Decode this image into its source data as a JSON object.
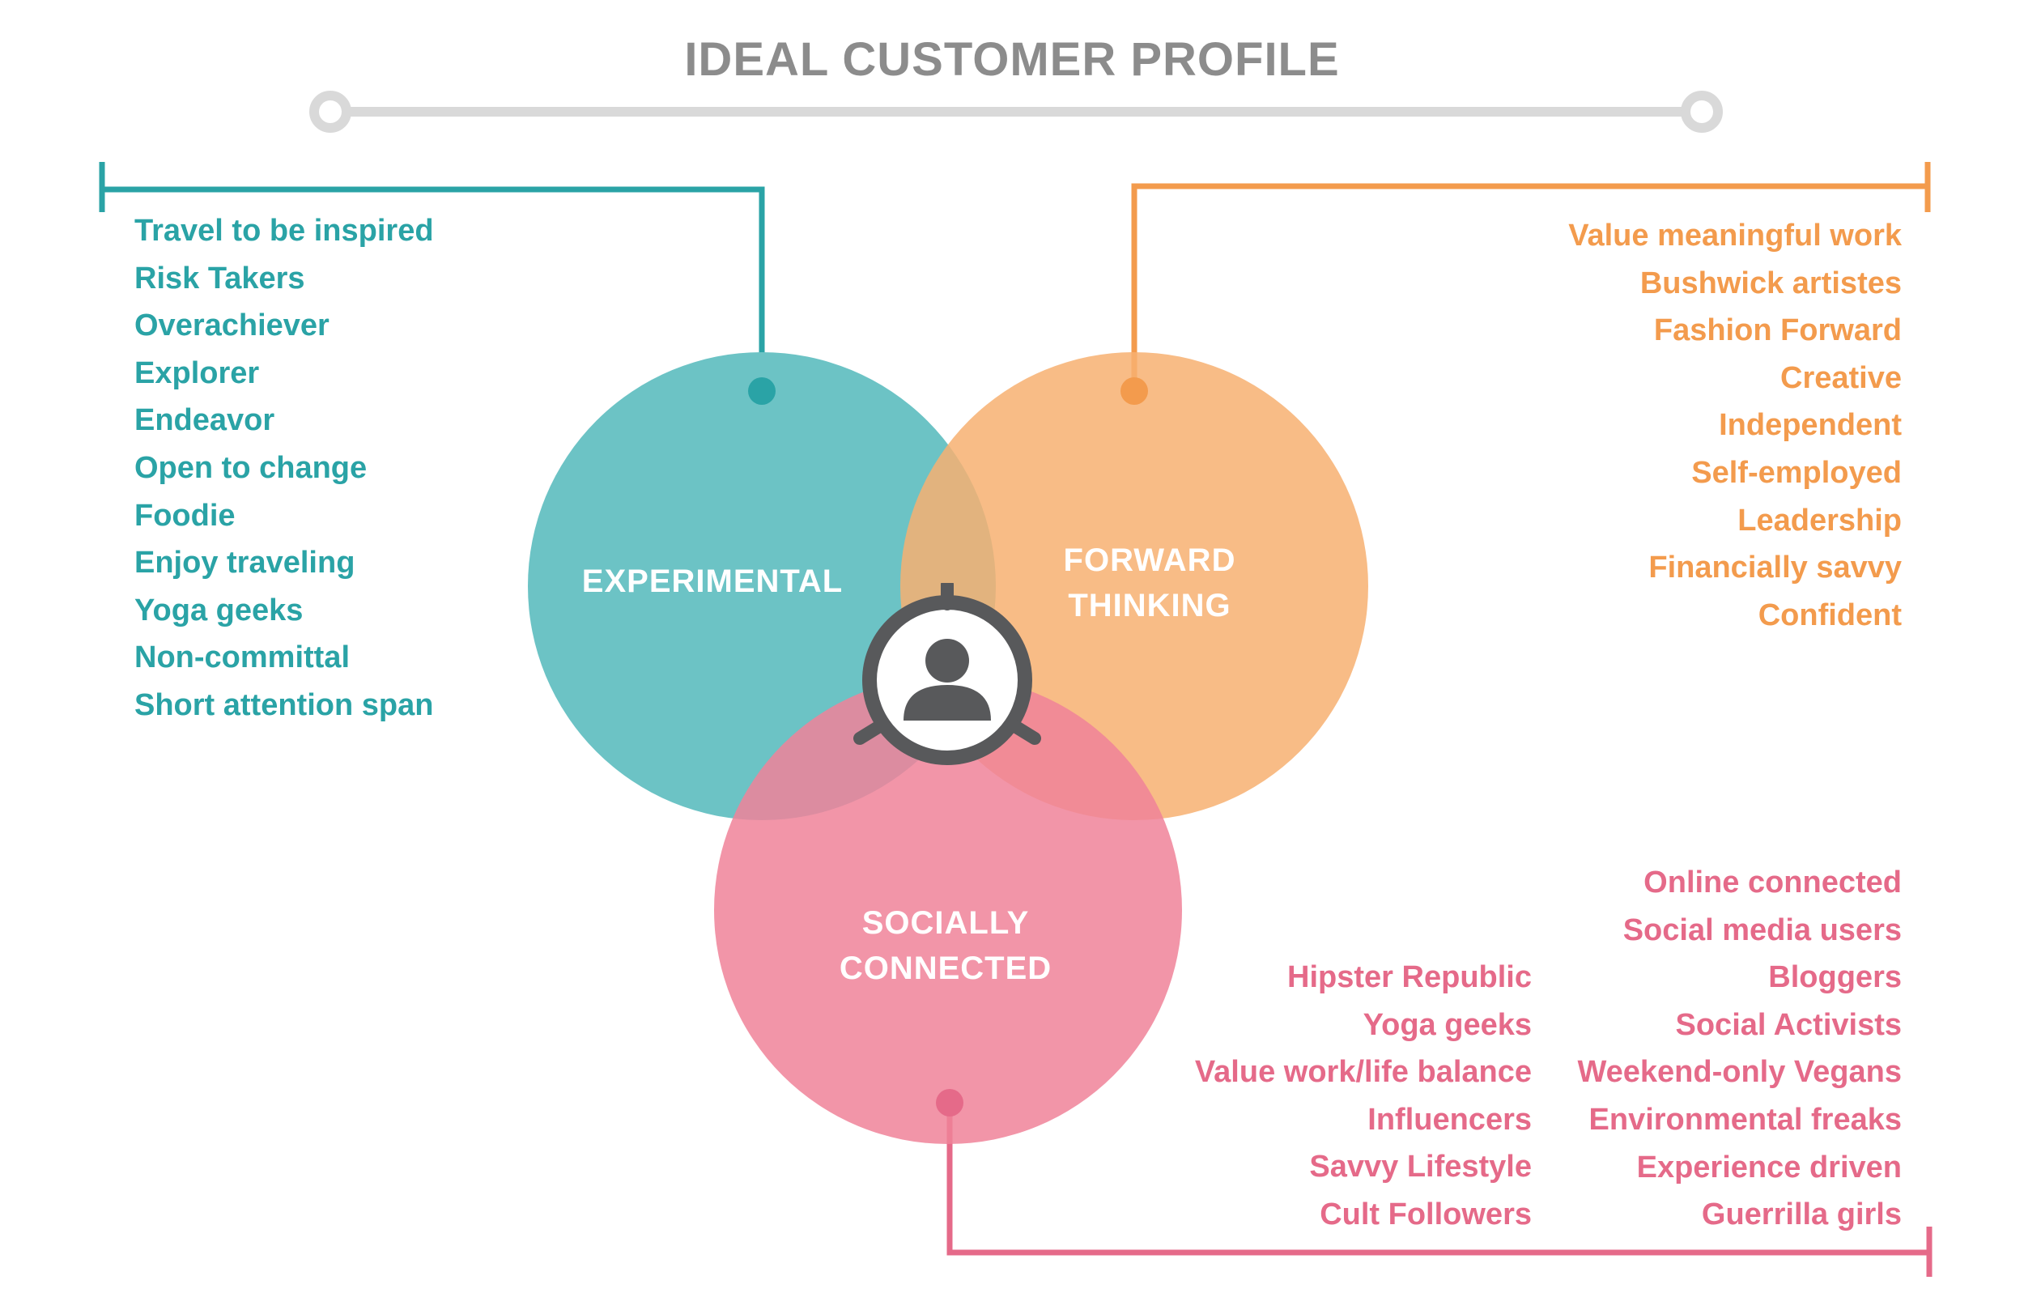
{
  "title": "IDEAL CUSTOMER PROFILE",
  "colors": {
    "teal": "#2aa3a6",
    "orange": "#f39b4d",
    "pink": "#e56a89",
    "gray": "#d9d9d9",
    "icon": "#58595b"
  },
  "circles": {
    "experimental": {
      "label": "EXPERIMENTAL",
      "color": "#6cc3c5"
    },
    "forward_thinking": {
      "label_line1": "FORWARD",
      "label_line2": "THINKING",
      "color": "#f7b882"
    },
    "socially_connected": {
      "label_line1": "SOCIALLY",
      "label_line2": "CONNECTED",
      "color": "#f393a6"
    }
  },
  "center_icon": "target-user-icon",
  "experimental_traits": [
    "Travel to be inspired",
    "Risk Takers",
    "Overachiever",
    "Explorer",
    "Endeavor",
    "Open to change",
    "Foodie",
    "Enjoy traveling",
    "Yoga geeks",
    "Non-committal",
    "Short attention span"
  ],
  "forward_thinking_traits": [
    "Value meaningful work",
    "Bushwick artistes",
    "Fashion Forward",
    "Creative",
    "Independent",
    "Self-employed",
    "Leadership",
    "Financially savvy",
    "Confident"
  ],
  "socially_connected_traits_a": [
    "Hipster Republic",
    "Yoga geeks",
    "Value work/life balance",
    "Influencers",
    "Savvy Lifestyle",
    "Cult Followers"
  ],
  "socially_connected_traits_b": [
    "Online connected",
    "Social media users",
    "Bloggers",
    "Social Activists",
    "Weekend-only Vegans",
    "Environmental freaks",
    "Experience driven",
    "Guerrilla girls"
  ]
}
